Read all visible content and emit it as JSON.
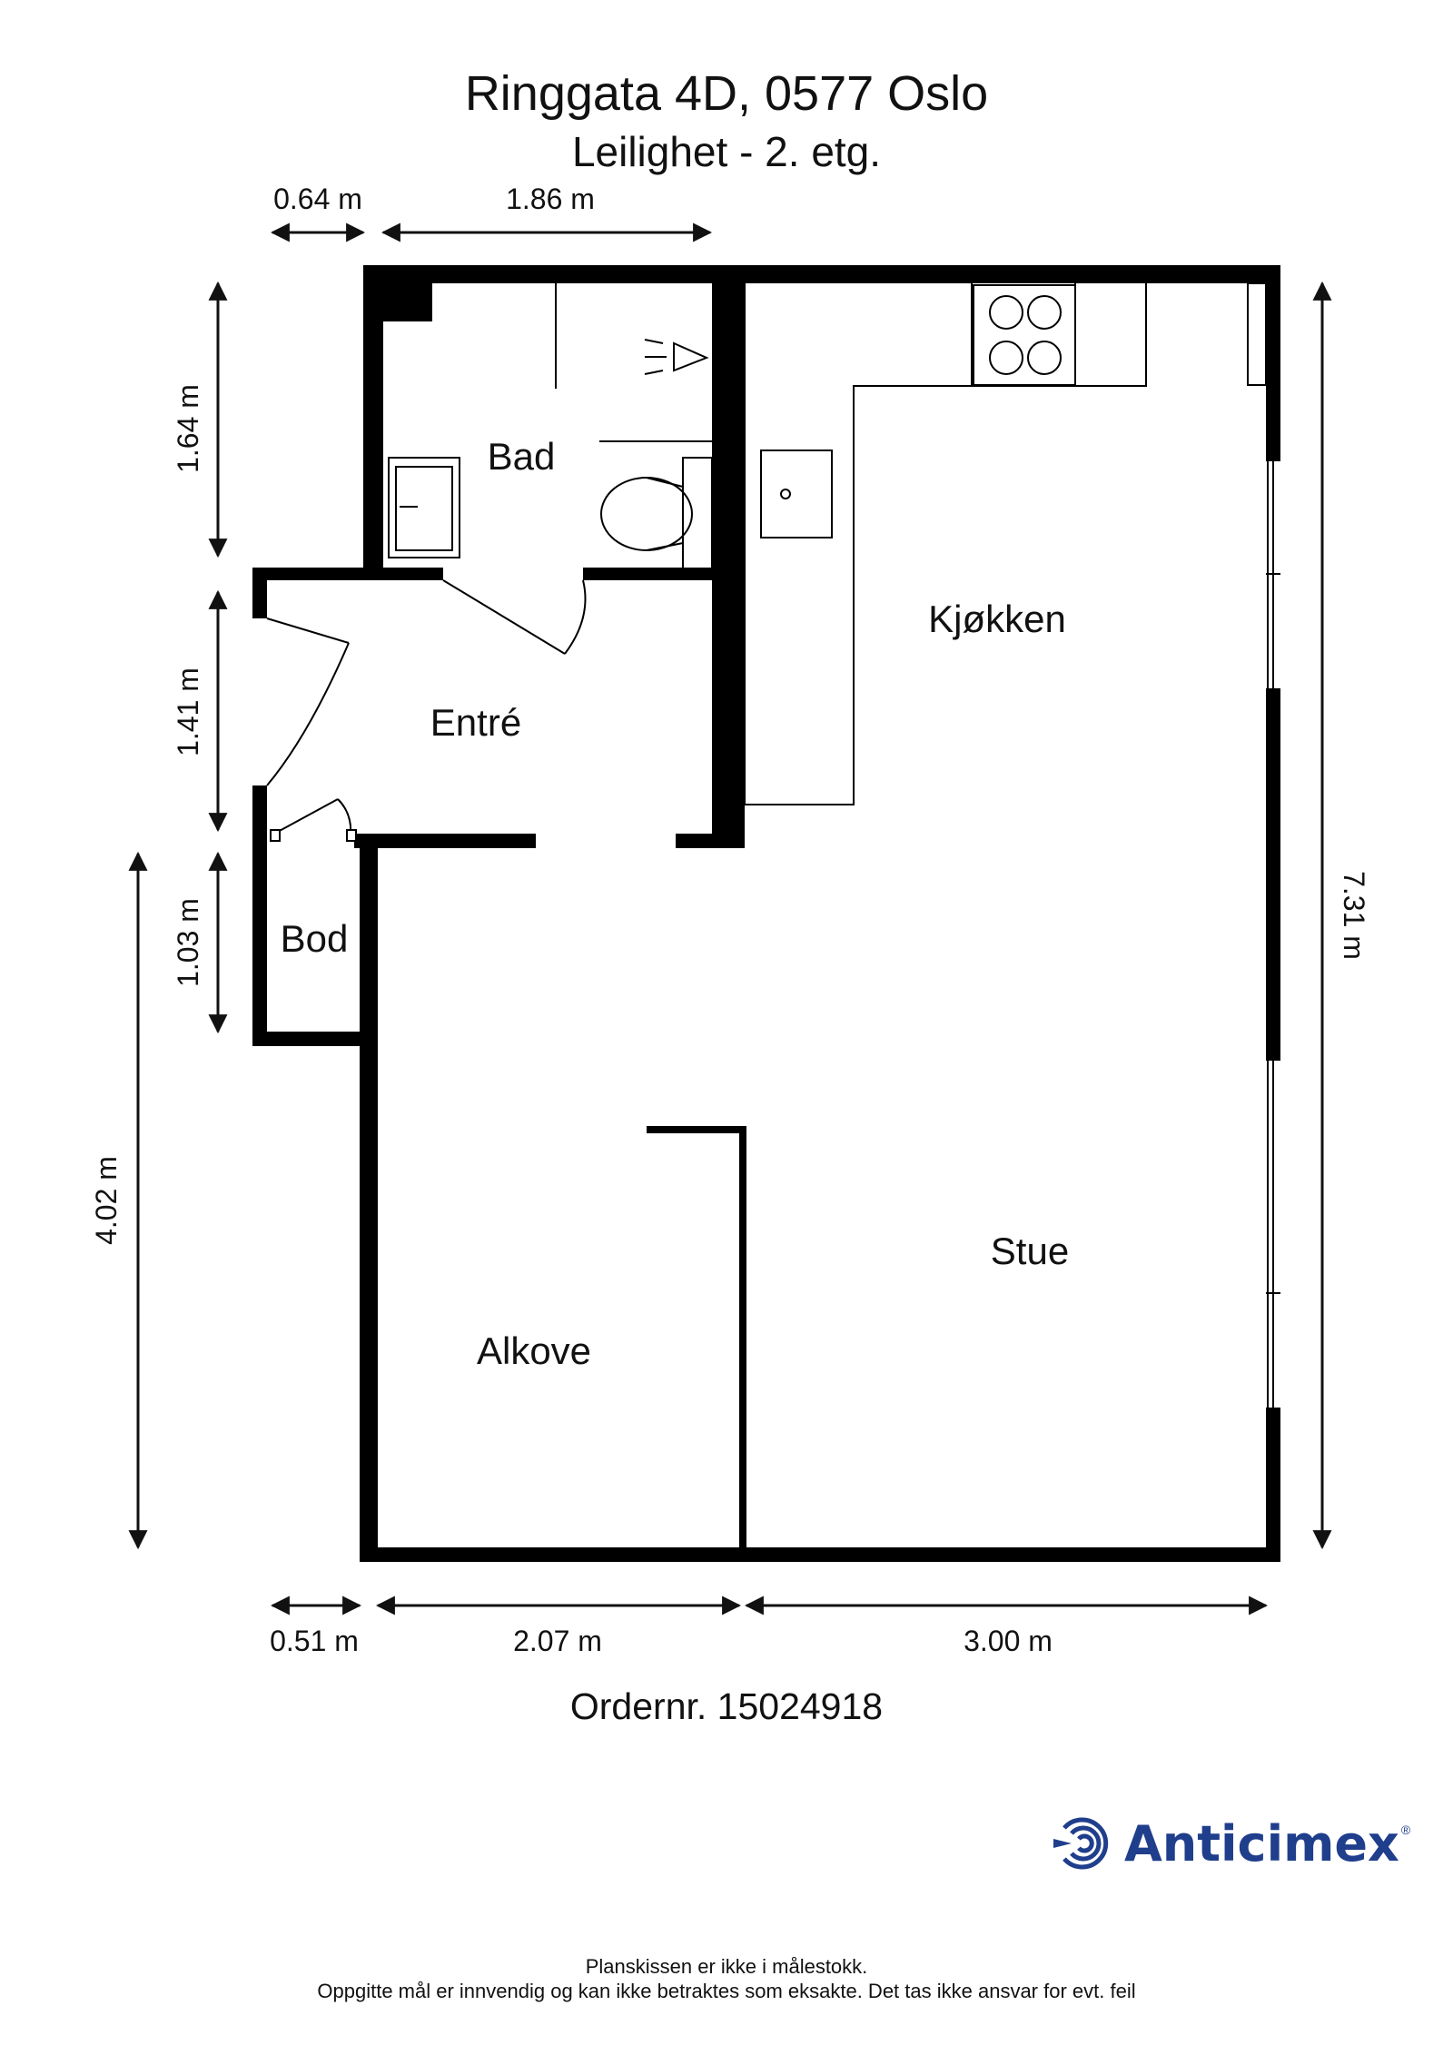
{
  "header": {
    "address": "Ringgata 4D, 0577 Oslo",
    "unit": "Leilighet  - 2. etg."
  },
  "rooms": {
    "bad": "Bad",
    "entre": "Entré",
    "bod": "Bod",
    "kjokken": "Kjøkken",
    "alkove": "Alkove",
    "stue": "Stue"
  },
  "dimensions": {
    "top_left": "0.64 m",
    "top_mid": "1.86 m",
    "left_1": "1.64 m",
    "left_2": "1.41 m",
    "left_3": "1.03 m",
    "left_4": "4.02 m",
    "right": "7.31 m",
    "bottom_1": "0.51 m",
    "bottom_2": "2.07 m",
    "bottom_3": "3.00 m"
  },
  "order": "Ordernr. 15024918",
  "logo": {
    "name": "Anticimex",
    "reg": "®",
    "color": "#1f3e8c",
    "icon": "anticimex-logo-icon"
  },
  "disclaimer": {
    "line1": "Planskissen er ikke i målestokk.",
    "line2": "Oppgitte mål er innvendig og kan ikke betraktes som eksakte. Det tas ikke ansvar for evt. feil"
  }
}
